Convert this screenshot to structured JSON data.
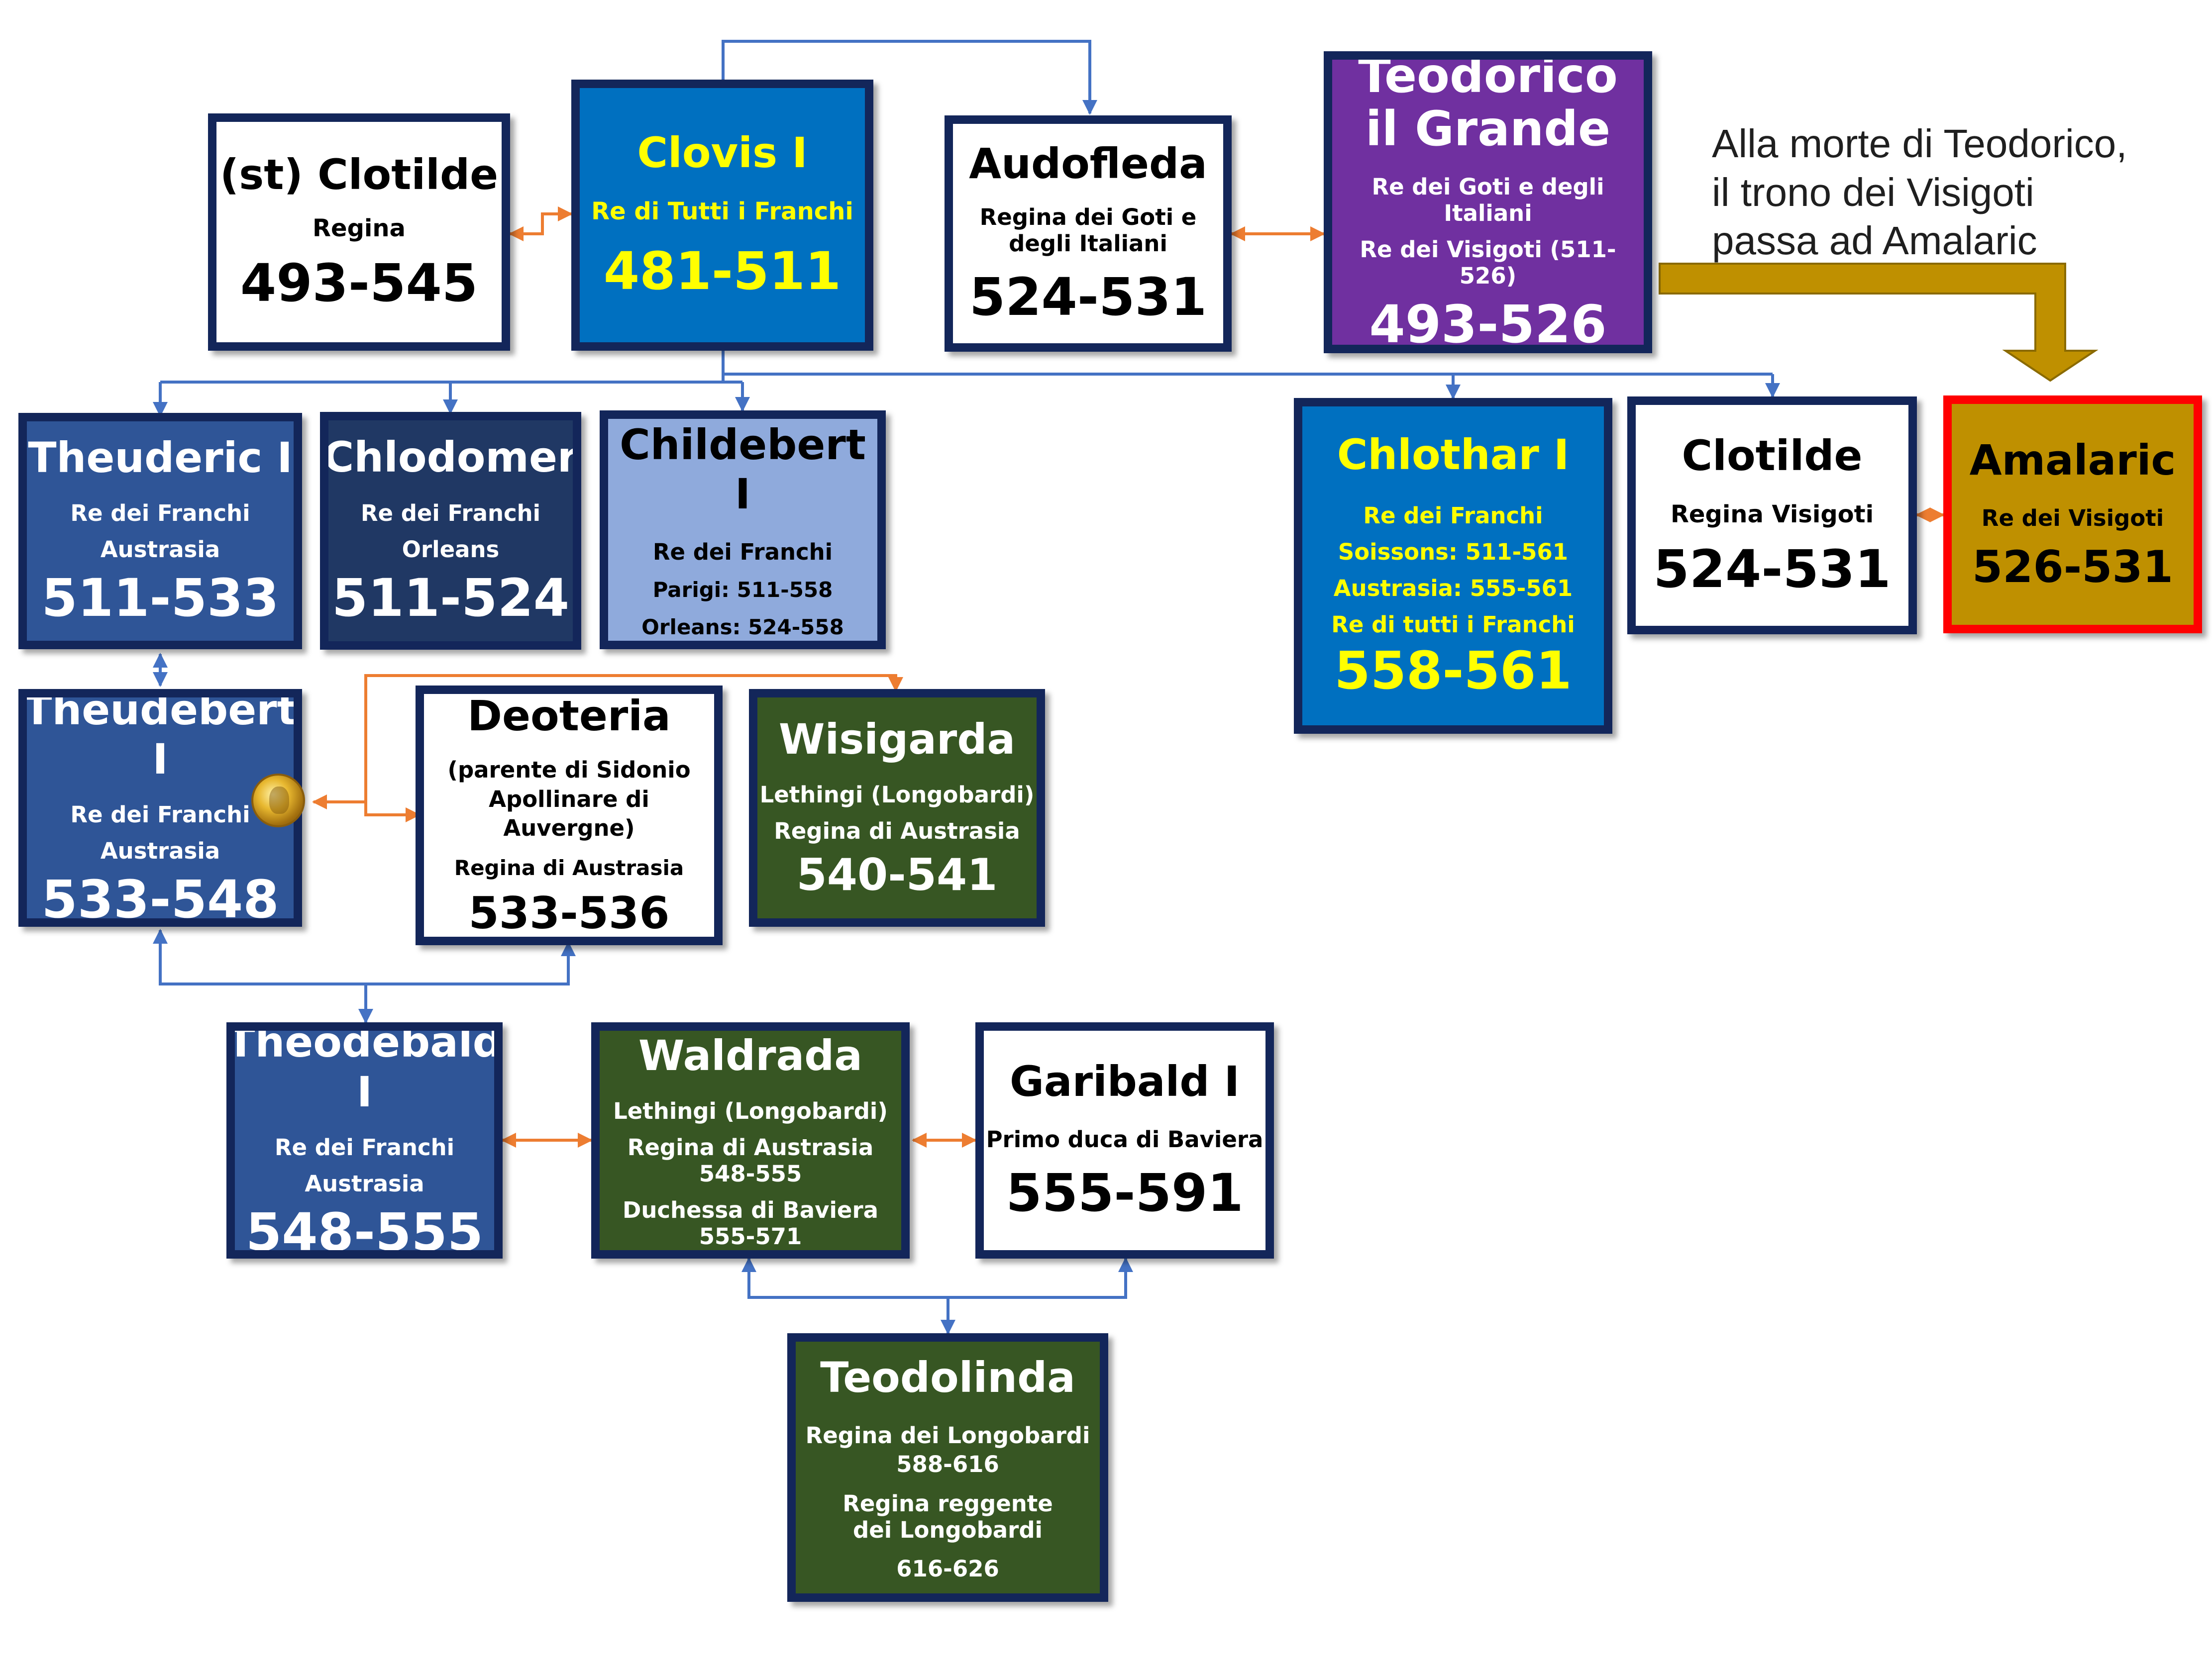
{
  "colors": {
    "border": "#13265a",
    "connector_blue": "#4472c4",
    "connector_orange": "#ed7d31",
    "arrow_gold": "#bf9000",
    "clovis_blue": "#0070c0",
    "austrasia_blue": "#2f5597",
    "orleans_navy": "#203864",
    "childebert_lightblue": "#8faadc",
    "teodorico_purple": "#7030a0",
    "lombard_green": "#375623",
    "amalaric_gold": "#bf9000",
    "amalaric_border": "#ff0000",
    "yellow_text": "#ffff00"
  },
  "note": {
    "line1": "Alla morte di Teodorico,",
    "line2": "il trono dei Visigoti",
    "line3": "passa ad Amalaric"
  },
  "people": {
    "clotilde_st": {
      "name": "(st) Clotilde",
      "title": "Regina",
      "years": "493-545"
    },
    "clovis": {
      "name": "Clovis I",
      "title": "Re di Tutti i Franchi",
      "years": "481-511"
    },
    "audofleda": {
      "name": "Audofleda",
      "title": "Regina dei Goti e degli Italiani",
      "years": "524-531"
    },
    "teodorico": {
      "name": "Teodorico il Grande",
      "title1": "Re dei Goti e degli Italiani",
      "title2": "Re dei Visigoti (511-526)",
      "years": "493-526"
    },
    "theuderic": {
      "name": "Theuderic I",
      "title1": "Re dei Franchi",
      "title2": "Austrasia",
      "years": "511-533"
    },
    "chlodomer": {
      "name": "Chlodomer",
      "title1": "Re dei Franchi",
      "title2": "Orleans",
      "years": "511-524"
    },
    "childebert": {
      "name": "Childebert I",
      "title1": "Re dei Franchi",
      "title2": "Parigi: 511-558",
      "title3": "Orleans: 524-558"
    },
    "chlothar": {
      "name": "Chlothar I",
      "title1": "Re dei Franchi",
      "title2": "Soissons: 511-561",
      "title3": "Austrasia: 555-561",
      "title4": "Re di tutti i Franchi",
      "years": "558-561"
    },
    "clotilde": {
      "name": "Clotilde",
      "title": "Regina Visigoti",
      "years": "524-531"
    },
    "amalaric": {
      "name": "Amalaric",
      "title": "Re dei Visigoti",
      "years": "526-531"
    },
    "theudebert": {
      "name": "Theudebert I",
      "title1": "Re dei Franchi",
      "title2": "Austrasia",
      "years": "533-548"
    },
    "deoteria": {
      "name": "Deoteria",
      "title1": "(parente di Sidonio Apollinare di Auvergne)",
      "title2": "Regina di Austrasia",
      "years": "533-536"
    },
    "wisigarda": {
      "name": "Wisigarda",
      "title1": "Lethingi (Longobardi)",
      "title2": "Regina di Austrasia",
      "years": "540-541"
    },
    "theodebald": {
      "name": "Theodebald I",
      "title1": "Re dei Franchi",
      "title2": "Austrasia",
      "years": "548-555"
    },
    "waldrada": {
      "name": "Waldrada",
      "title1": "Lethingi (Longobardi)",
      "title2": "Regina di Austrasia 548-555",
      "title3": "Duchessa di Baviera 555-571"
    },
    "garibald": {
      "name": "Garibald I",
      "title": "Primo duca di Baviera",
      "years": "555-591"
    },
    "teodolinda": {
      "name": "Teodolinda",
      "title1": "Regina dei Longobardi",
      "title2": "588-616",
      "title3": "Regina reggente dei Longobardi",
      "title4": "616-626"
    }
  }
}
